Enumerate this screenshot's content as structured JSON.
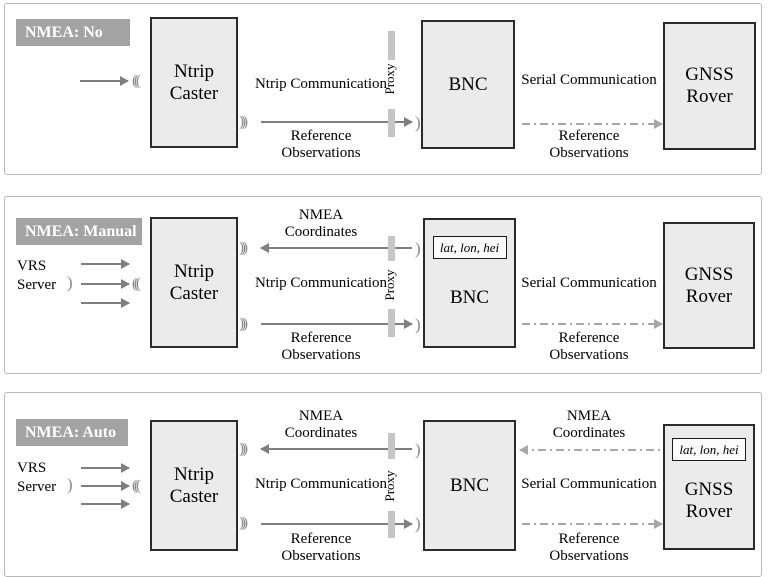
{
  "colors": {
    "panel_border": "#b9b9b9",
    "badge_background": "#a3a3a3",
    "badge_text": "#ffffff",
    "box_fill": "#ebebeb",
    "box_border": "#2b2b2b",
    "solid_arrow": "#7f7f7f",
    "dashdot_arrow": "#a8a8a8",
    "proxy_bar": "#c6c6c6"
  },
  "icons": {
    "receive": "(((",
    "emit": ")))",
    "arc": ")"
  },
  "panels": [
    {
      "badge": "NMEA: No",
      "boxes": {
        "caster": "Ntrip\nCaster",
        "bnc": "BNC",
        "rover": "GNSS\nRover"
      },
      "labels": {
        "ntrip_communication": "Ntrip Communication",
        "reference_observations_left": "Reference\nObservations",
        "proxy": "Proxy",
        "serial_communication": "Serial Communication",
        "reference_observations_right": "Reference\nObservations"
      }
    },
    {
      "badge": "NMEA: Manual",
      "vrs_server": "VRS\nServer",
      "boxes": {
        "caster": "Ntrip\nCaster",
        "bnc": "BNC",
        "bnc_inset": "lat, lon, hei",
        "rover": "GNSS\nRover"
      },
      "labels": {
        "nmea_coordinates_left": "NMEA\nCoordinates",
        "ntrip_communication": "Ntrip Communication",
        "reference_observations_left": "Reference\nObservations",
        "proxy": "Proxy",
        "serial_communication": "Serial Communication",
        "reference_observations_right": "Reference\nObservations"
      }
    },
    {
      "badge": "NMEA: Auto",
      "vrs_server": "VRS\nServer",
      "boxes": {
        "caster": "Ntrip\nCaster",
        "bnc": "BNC",
        "rover": "GNSS\nRover",
        "rover_inset": "lat, lon, hei"
      },
      "labels": {
        "nmea_coordinates_left": "NMEA\nCoordinates",
        "ntrip_communication": "Ntrip Communication",
        "reference_observations_left": "Reference\nObservations",
        "proxy": "Proxy",
        "nmea_coordinates_right": "NMEA\nCoordinates",
        "serial_communication": "Serial Communication",
        "reference_observations_right": "Reference\nObservations"
      }
    }
  ]
}
